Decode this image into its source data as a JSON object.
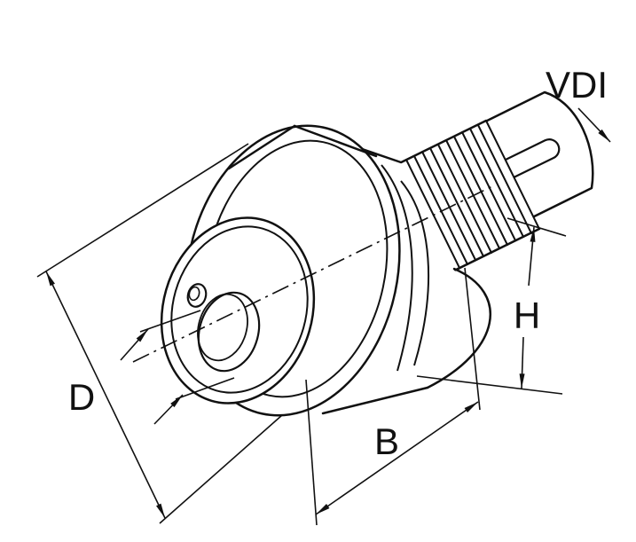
{
  "title": "VDI tool holder technical drawing",
  "colors": {
    "line": "#111111",
    "background": "#ffffff"
  },
  "labels": {
    "vdi": "VDI",
    "diameter": "D",
    "length": "B",
    "height": "H"
  }
}
